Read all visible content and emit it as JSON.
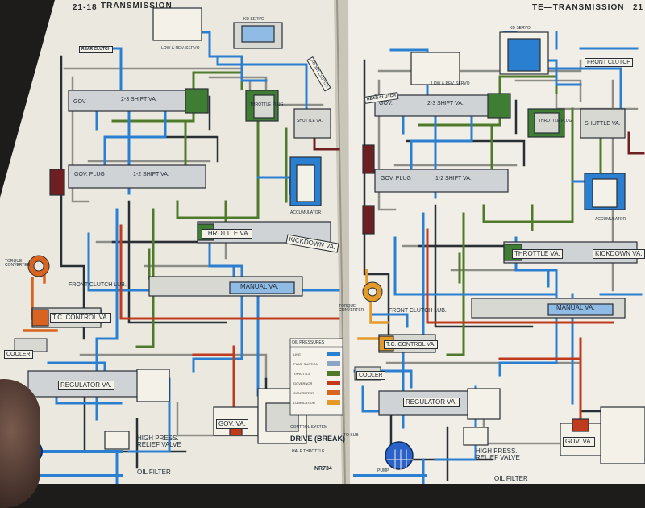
{
  "left_page": {
    "header": {
      "page_number": "21-18",
      "section": "TRANSMISSION"
    },
    "labels": {
      "rear_clutch": "REAR CLUTCH",
      "kd_servo": "KD SERVO",
      "low_rev_servo": "LOW & REV. SERVO",
      "front_clutch": "FRONT CLUTCH",
      "gov": "GOV",
      "gov_plug": "GOV. PLUG",
      "shift_2_3": "2-3 SHIFT VA.",
      "shift_1_2": "1-2 SHIFT VA.",
      "throttle_plug": "THROTTLE PLUG",
      "shuttle_va": "SHUTTLE VA.",
      "accumulator": "ACCUMULATOR",
      "throttle_va": "THROTTLE VA.",
      "kickdown_va": "KICKDOWN VA.",
      "torque_converter": "TORQUE CONVERTER",
      "front_clutch_lub": "FRONT CLUTCH LUB.",
      "tc_control": "T.C. CONTROL VA.",
      "manual_va": "MANUAL VA.",
      "cooler": "COOLER",
      "regulator_va": "REGULATOR VA.",
      "gov_va": "GOV. VA.",
      "high_press_relief": "HIGH PRESS. RELIEF VALVE",
      "oil_filter": "OIL FILTER",
      "control_system": "CONTROL SYSTEM",
      "drive": "DRIVE (BREAK)",
      "half_throttle": "HALF THROTTLE",
      "figure_number": "NR734"
    },
    "legend": {
      "title": "OIL PRESSURES",
      "rows": [
        {
          "name": "LINE",
          "color": "#2b7fd0"
        },
        {
          "name": "PUMP SUCTION",
          "color": "#8aa6c4"
        },
        {
          "name": "THROTTLE",
          "color": "#4f7a2b"
        },
        {
          "name": "GOVERNOR",
          "color": "#c03a1e"
        },
        {
          "name": "CONVERTER",
          "color": "#d8641f"
        },
        {
          "name": "LUBRICATION",
          "color": "#e39a28"
        }
      ]
    }
  },
  "right_page": {
    "header": {
      "section_suffix": "TE—TRANSMISSION",
      "page_number": "21"
    },
    "labels": {
      "kd_servo": "KD SERVO",
      "front_clutch": "FRONT CLUTCH",
      "rear_clutch": "REAR CLUTCH",
      "low_rev_servo": "LOW & REV. SERVO",
      "throttle_plug": "THROTTLE PLUG",
      "shuttle_va": "SHUTTLE VA.",
      "gov": "GOV.",
      "shift_2_3": "2-3 SHIFT VA.",
      "gov_plug": "GOV. PLUG",
      "shift_1_2": "1-2 SHIFT VA.",
      "accumulator": "ACCUMULATOR",
      "throttle_va": "THROTTLE VA.",
      "kickdown_va": "KICKDOWN VA.",
      "torque_converter": "TORQUE CONVERTER",
      "front_clutch_lub": "FRONT CLUTCH LUB.",
      "manual_va": "MANUAL VA.",
      "tc_control": "T.C. CONTROL VA.",
      "cooler": "COOLER",
      "regulator_va": "REGULATOR VA.",
      "to_sub": "TO SUB",
      "pump": "PUMP",
      "high_press_relief": "HIGH PRESS. RELIEF VALVE",
      "gov_va": "GOV. VA.",
      "oil_filter": "OIL FILTER"
    }
  },
  "colors": {
    "page": "#efede5",
    "line": "#2b7fd0",
    "throttle": "#4f7a2b",
    "governor": "#c03a1e",
    "converter": "#d8641f",
    "suction": "#8aa6c4",
    "outline": "#2a2f36",
    "dark_red": "#6e1f22"
  }
}
